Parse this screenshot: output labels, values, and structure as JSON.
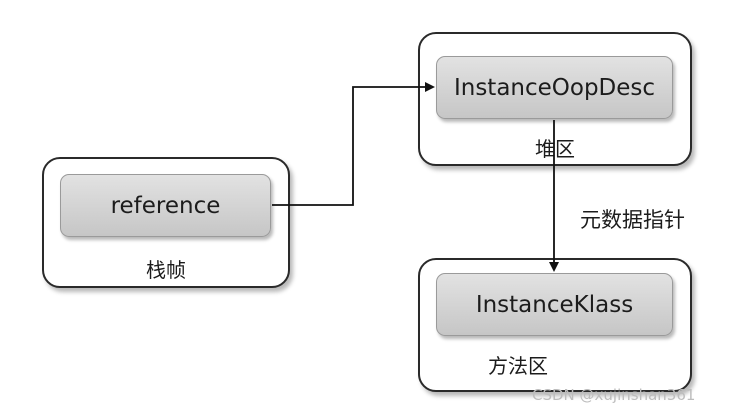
{
  "stack_frame": {
    "inner_label": "reference",
    "area_label": "栈帧"
  },
  "heap": {
    "inner_label": "InstanceOopDesc",
    "area_label": "堆区"
  },
  "method_area": {
    "inner_label": "InstanceKlass",
    "area_label": "方法区"
  },
  "metadata_pointer_label": "元数据指针",
  "watermark": "CSDN @xujinshan361"
}
